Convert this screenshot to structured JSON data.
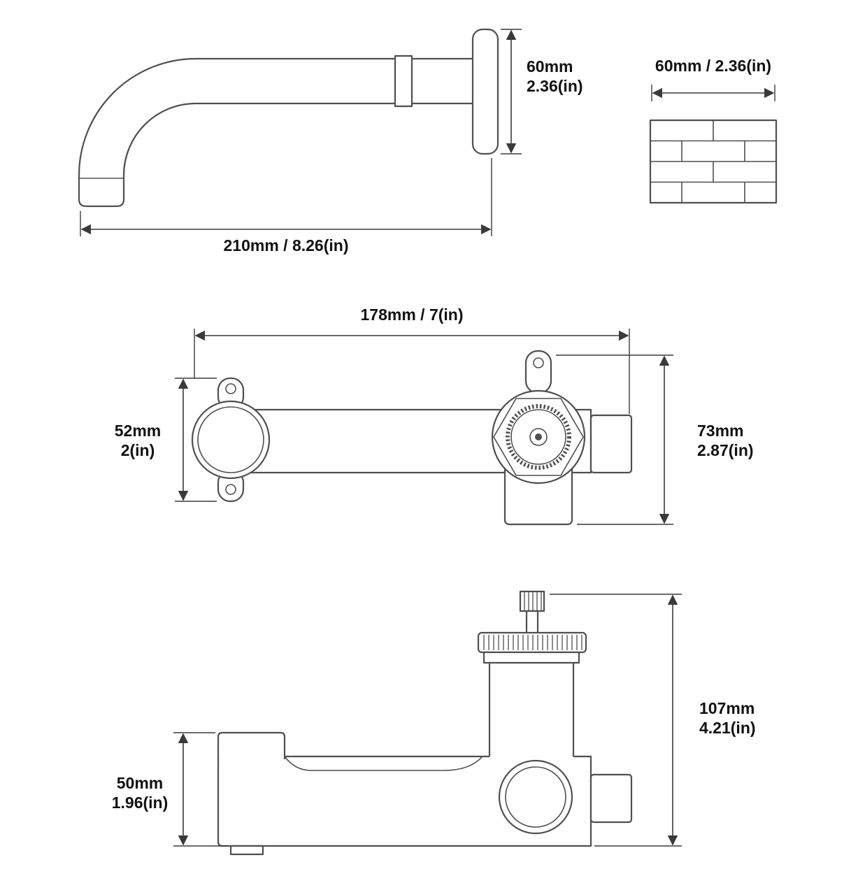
{
  "colors": {
    "background": "#ffffff",
    "outline": "#4f4f4f",
    "dimension_line": "#3a3a3a",
    "text": "#111111"
  },
  "views": {
    "spout": {
      "dims": {
        "flange_height_line1": "60mm",
        "flange_height_line2": "2.36(in)",
        "length": "210mm / 8.26(in)"
      }
    },
    "wall": {
      "dims": {
        "width": "60mm / 2.36(in)"
      }
    },
    "valve_front": {
      "dims": {
        "width": "178mm / 7(in)",
        "left_height_line1": "52mm",
        "left_height_line2": "2(in)",
        "right_height_line1": "73mm",
        "right_height_line2": "2.87(in)"
      }
    },
    "valve_side": {
      "dims": {
        "left_height_line1": "50mm",
        "left_height_line2": "1.96(in)",
        "right_height_line1": "107mm",
        "right_height_line2": "4.21(in)"
      }
    }
  }
}
